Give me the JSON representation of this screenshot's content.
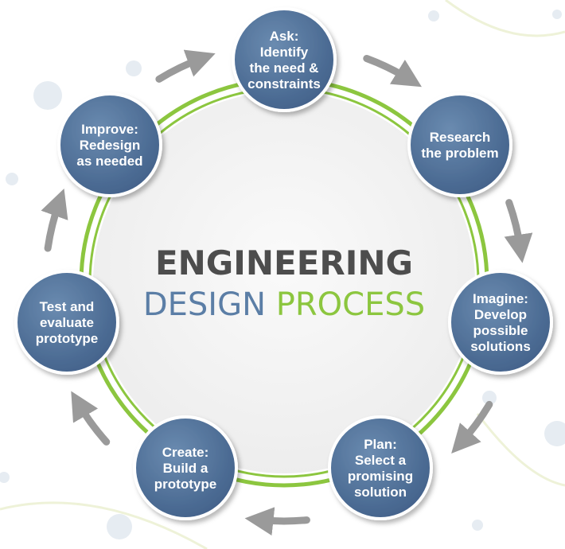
{
  "title": {
    "line1": "ENGINEERING",
    "line2_part1": "DESIGN",
    "line2_part2": "PROCESS"
  },
  "steps": [
    {
      "id": "ask",
      "lines": [
        "Ask:",
        "Identify",
        "the need &",
        "constraints"
      ]
    },
    {
      "id": "research",
      "lines": [
        "Research",
        "the problem"
      ]
    },
    {
      "id": "imagine",
      "lines": [
        "Imagine:",
        "Develop",
        "possible",
        "solutions"
      ]
    },
    {
      "id": "plan",
      "lines": [
        "Plan:",
        "Select a",
        "promising",
        "solution"
      ]
    },
    {
      "id": "create",
      "lines": [
        "Create:",
        "Build a",
        "prototype"
      ]
    },
    {
      "id": "test",
      "lines": [
        "Test and",
        "evaluate",
        "prototype"
      ]
    },
    {
      "id": "improve",
      "lines": [
        "Improve:",
        "Redesign",
        "as needed"
      ]
    }
  ],
  "colors": {
    "node_fill": "#4f6f95",
    "node_border": "#ffffff",
    "ring_green": "#8cc63f",
    "center_fill": "#f4f4f4",
    "arrow_gray": "#9a9a9a",
    "title_gray": "#4d4d4d",
    "title_blue": "#5b7ea6",
    "title_green": "#8cc63f",
    "background_dot": "#e6ecf2"
  },
  "icons": {
    "arrow": "curved-arrow-icon"
  }
}
